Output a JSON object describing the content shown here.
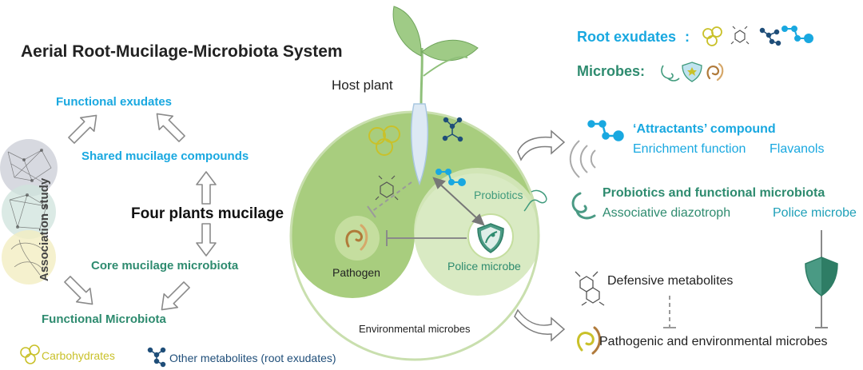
{
  "title": "Aerial Root-Mucilage-Microbiota System",
  "left_cycle": {
    "functional_exudates": "Functional exudates",
    "shared_mucilage_compounds": "Shared mucilage compounds",
    "four_plants_mucilage": "Four plants mucilage",
    "core_mucilage_microbiota": "Core mucilage microbiota",
    "functional_microbiota": "Functional Microbiota",
    "association_study": "Association study"
  },
  "center": {
    "host_plant": "Host plant",
    "probiotics": "Probiotics",
    "pathogen": "Pathogen",
    "police_microbe": "Police microbe",
    "environmental_microbes": "Environmental microbes"
  },
  "legend": {
    "root_exudates": "Root exudates",
    "root_exudates_colon": ":",
    "microbes": "Microbes:",
    "attractants": "‘Attractants’ compound",
    "enrichment_function": "Enrichment function",
    "flavanols": "Flavanols",
    "probiotics_functional": "Probiotics and functional microbiota",
    "associative_diazotroph": "Associative diazotroph",
    "police_microbe": "Police microbe",
    "defensive_metabolites": "Defensive metabolites",
    "pathogenic_environmental": "Pathogenic and environmental microbes"
  },
  "bottom_legend": {
    "carbohydrates": "Carbohydrates",
    "other_metabolites": "Other metabolites (root exudates)"
  },
  "colors": {
    "cyan": "#19a8e0",
    "teal": "#2e8b6f",
    "light_green": "#a8cd7e",
    "pale_green": "#d5e8bd",
    "yellow": "#c9c12a",
    "navy": "#1f4e79",
    "gray": "#8a8a8a"
  }
}
